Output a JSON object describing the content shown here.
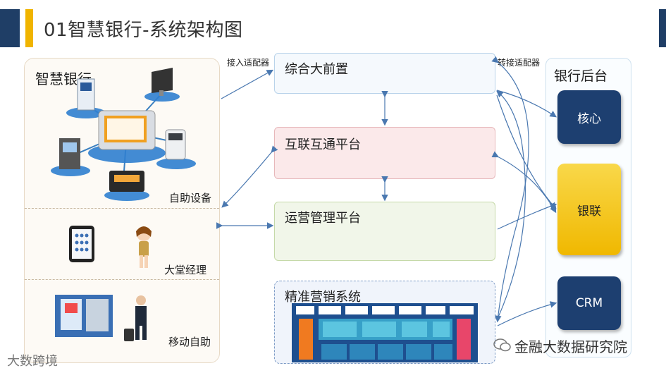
{
  "title": "01智慧银行-系统架构图",
  "left_panel": {
    "title": "智慧银行",
    "sections": [
      {
        "label": "自助设备"
      },
      {
        "label": "大堂经理"
      },
      {
        "label": "移动自助"
      }
    ]
  },
  "center": {
    "adapter_in": "接入适配器",
    "adapter_out": "转接适配器",
    "boxes": [
      {
        "label": "综合大前置"
      },
      {
        "label": "互联互通平台"
      },
      {
        "label": "运营管理平台"
      },
      {
        "label": "精准营销系统"
      }
    ]
  },
  "right_panel": {
    "title": "银行后台",
    "items": [
      {
        "label": "核心",
        "color": "#1d3f70"
      },
      {
        "label": "银联",
        "color": "#f5c400"
      },
      {
        "label": "CRM",
        "color": "#1d3f70"
      }
    ]
  },
  "watermarks": {
    "left": "大数跨境",
    "right": "金融大数据研究院"
  },
  "colors": {
    "accent_gold": "#f0b400",
    "brand_navy": "#1f3e66",
    "arrow": "#4a78b0"
  }
}
